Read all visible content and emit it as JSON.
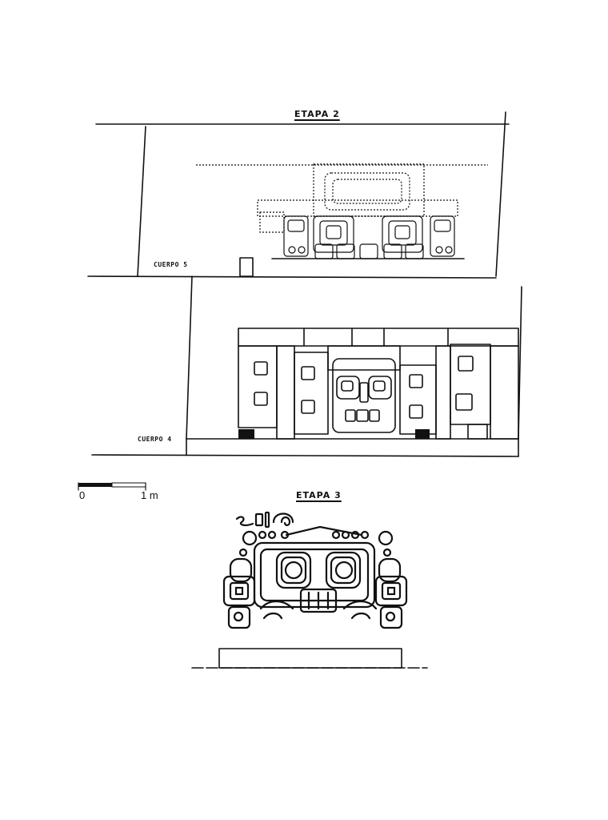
{
  "labels": {
    "stage2_title": "ETAPA  2",
    "stage3_title": "ETAPA  3",
    "body5": "CUERPO 5",
    "body4": "CUERPO 4"
  },
  "scale_bar": {
    "start_label": "0",
    "end_label": "1 m"
  },
  "colors": {
    "ink": "#111111",
    "paper": "#ffffff"
  }
}
